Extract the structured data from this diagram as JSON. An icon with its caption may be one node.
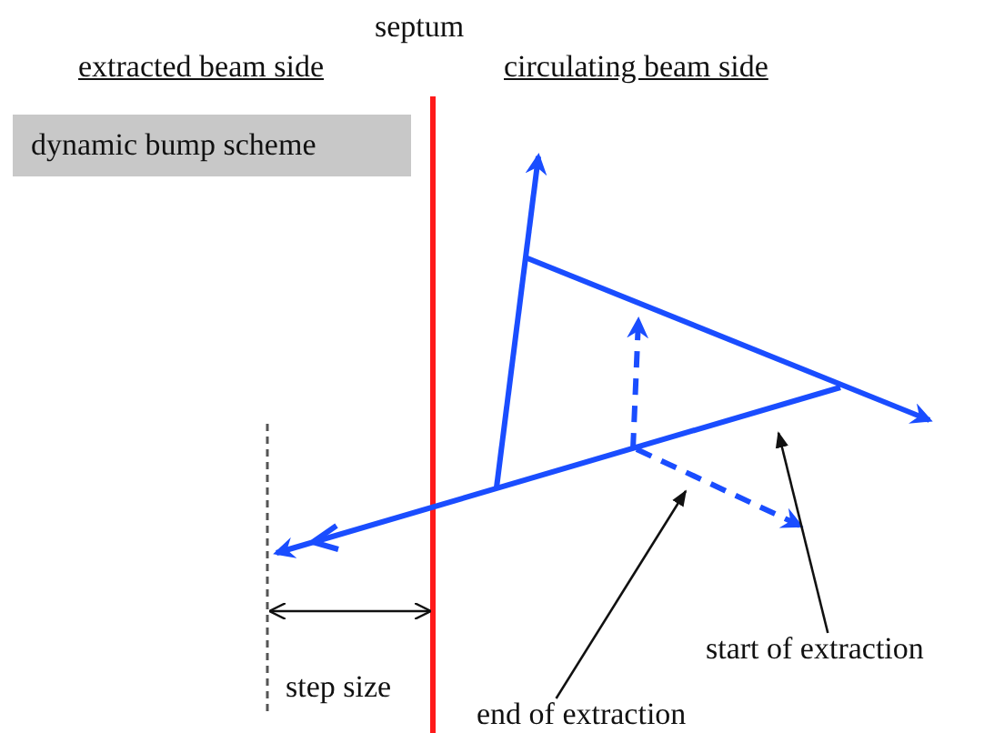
{
  "diagram": {
    "nodes": [
      {
        "text": [
          "dynamic bump scheme"
        ]
      },
      {
        "text": [
          "start of extraction"
        ]
      },
      {
        "text": [
          "end of extraction"
        ]
      }
    ],
    "edges": [
      {
        "from": 1,
        "to": null,
        "arrow": "to"
      },
      {
        "from": 2,
        "to": null,
        "arrow": "to"
      }
    ],
    "labels": [
      "septum",
      "extracted beam side",
      "circulating beam side",
      "step size"
    ]
  }
}
